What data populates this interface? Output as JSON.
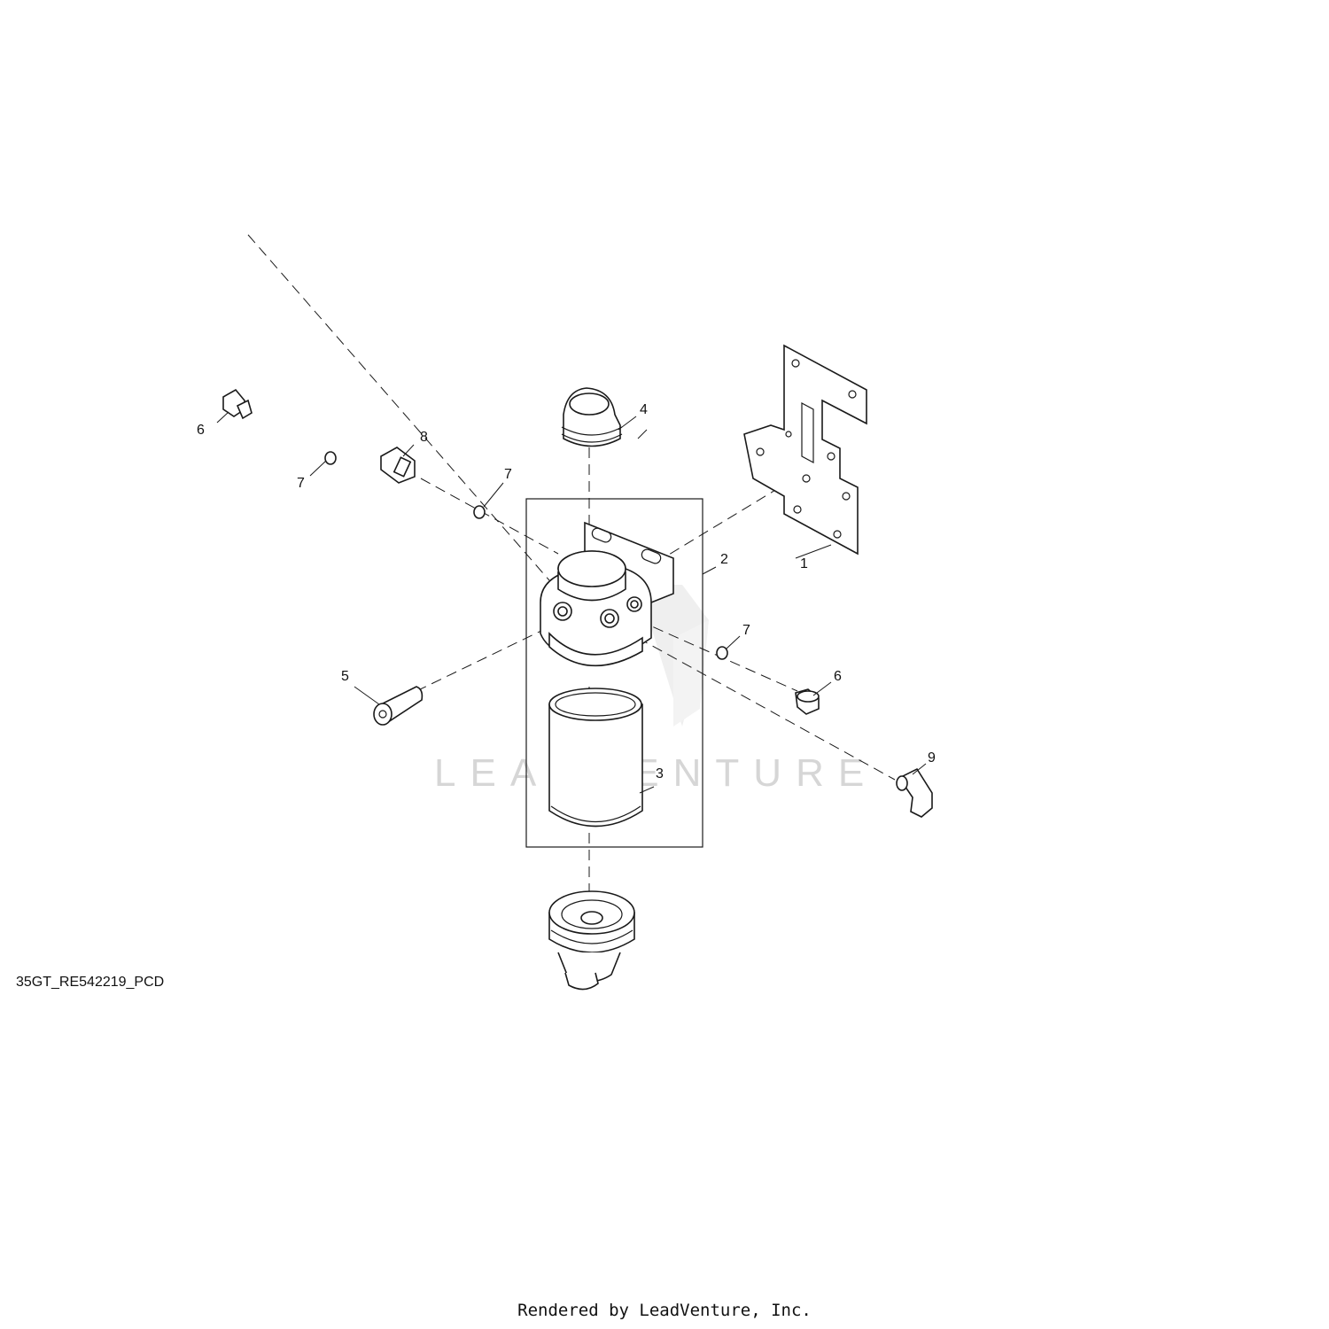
{
  "watermark": "LEADVENTURE",
  "reference_code": "35GT_RE542219_PCD",
  "footer": "Rendered by LeadVenture, Inc.",
  "callouts": [
    {
      "id": "c1",
      "label": "1"
    },
    {
      "id": "c2",
      "label": "2"
    },
    {
      "id": "c3",
      "label": "3"
    },
    {
      "id": "c4",
      "label": "4"
    },
    {
      "id": "c5",
      "label": "5"
    },
    {
      "id": "c6a",
      "label": "6"
    },
    {
      "id": "c6b",
      "label": "6"
    },
    {
      "id": "c7a",
      "label": "7"
    },
    {
      "id": "c7b",
      "label": "7"
    },
    {
      "id": "c7c",
      "label": "7"
    },
    {
      "id": "c8",
      "label": "8"
    },
    {
      "id": "c9",
      "label": "9"
    }
  ]
}
